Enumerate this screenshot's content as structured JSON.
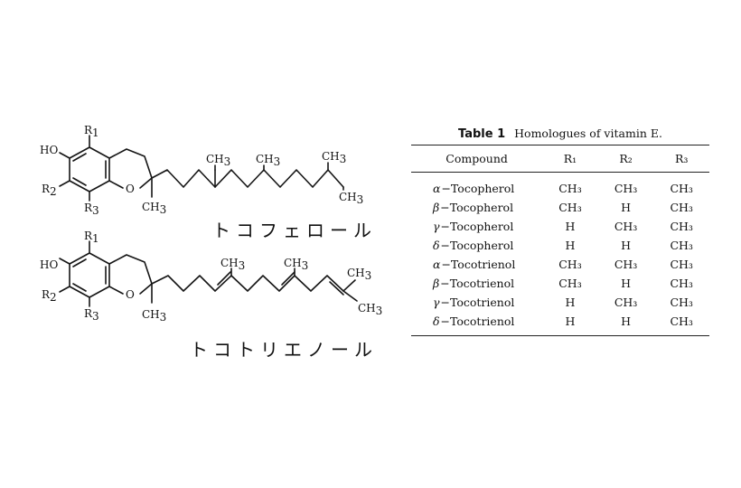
{
  "structures": {
    "tocopherol": {
      "name": "トコフェロール",
      "labels": {
        "ho": "HO",
        "r1": "R",
        "r1_sub": "1",
        "r2": "R",
        "r2_sub": "2",
        "r3": "R",
        "r3_sub": "3",
        "o": "O",
        "me_c2": "CH",
        "me_c2_sub": "3",
        "me_a": "CH",
        "me_a_sub": "3",
        "me_b": "CH",
        "me_b_sub": "3",
        "me_c": "CH",
        "me_c_sub": "3",
        "me_d": "CH",
        "me_d_sub": "3"
      }
    },
    "tocotrienol": {
      "name": "トコトリエノール",
      "labels": {
        "ho": "HO",
        "r1": "R",
        "r1_sub": "1",
        "r2": "R",
        "r2_sub": "2",
        "r3": "R",
        "r3_sub": "3",
        "o": "O",
        "me_c2": "CH",
        "me_c2_sub": "3",
        "me_a": "CH",
        "me_a_sub": "3",
        "me_b": "CH",
        "me_b_sub": "3",
        "me_c": "CH",
        "me_c_sub": "3",
        "me_d": "CH",
        "me_d_sub": "3"
      }
    }
  },
  "table": {
    "label": "Table 1",
    "caption": "Homologues of vitamin E.",
    "headers": [
      "Compound",
      "R₁",
      "R₂",
      "R₃"
    ],
    "rows": [
      {
        "greek": "α",
        "compound": "−Tocopherol",
        "r1": "CH₃",
        "r2": "CH₃",
        "r3": "CH₃"
      },
      {
        "greek": "β",
        "compound": "−Tocopherol",
        "r1": "CH₃",
        "r2": "H",
        "r3": "CH₃"
      },
      {
        "greek": "γ",
        "compound": "−Tocopherol",
        "r1": "H",
        "r2": "CH₃",
        "r3": "CH₃"
      },
      {
        "greek": "δ",
        "compound": "−Tocopherol",
        "r1": "H",
        "r2": "H",
        "r3": "CH₃"
      },
      {
        "greek": "α",
        "compound": "−Tocotrienol",
        "r1": "CH₃",
        "r2": "CH₃",
        "r3": "CH₃"
      },
      {
        "greek": "β",
        "compound": "−Tocotrienol",
        "r1": "CH₃",
        "r2": "H",
        "r3": "CH₃"
      },
      {
        "greek": "γ",
        "compound": "−Tocotrienol",
        "r1": "H",
        "r2": "CH₃",
        "r3": "CH₃"
      },
      {
        "greek": "δ",
        "compound": "−Tocotrienol",
        "r1": "H",
        "r2": "H",
        "r3": "CH₃"
      }
    ]
  }
}
